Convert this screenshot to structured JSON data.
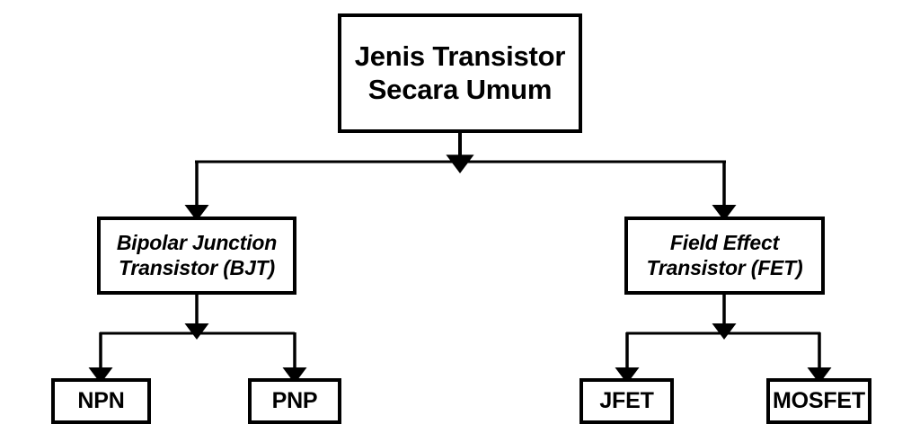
{
  "diagram": {
    "title": "Jenis Transistor Secara Umum",
    "type": "hierarchy-tree",
    "orientation": "top-down",
    "colors": {
      "background": "#ffffff",
      "box_border": "#000000",
      "box_fill": "#ffffff",
      "connector": "#000000",
      "text": "#000000"
    },
    "nodes": {
      "root": {
        "id": "root",
        "label": "Jenis Transistor\nSecara Umum",
        "level": 0,
        "style": "bold"
      },
      "bjt": {
        "id": "bjt",
        "label": "Bipolar Junction\nTransistor (BJT)",
        "level": 1,
        "style": "bold-italic"
      },
      "fet": {
        "id": "fet",
        "label": "Field Effect\nTransistor (FET)",
        "level": 1,
        "style": "bold-italic"
      },
      "npn": {
        "id": "npn",
        "label": "NPN",
        "level": 2,
        "style": "bold"
      },
      "pnp": {
        "id": "pnp",
        "label": "PNP",
        "level": 2,
        "style": "bold"
      },
      "jfet": {
        "id": "jfet",
        "label": "JFET",
        "level": 2,
        "style": "bold"
      },
      "mosfet": {
        "id": "mosfet",
        "label": "MOSFET",
        "level": 2,
        "style": "bold"
      }
    },
    "edges": [
      {
        "from": "root",
        "to": "bjt",
        "arrow": "to"
      },
      {
        "from": "root",
        "to": "fet",
        "arrow": "to"
      },
      {
        "from": "bjt",
        "to": "npn",
        "arrow": "to"
      },
      {
        "from": "bjt",
        "to": "pnp",
        "arrow": "to"
      },
      {
        "from": "fet",
        "to": "jfet",
        "arrow": "to"
      },
      {
        "from": "fet",
        "to": "mosfet",
        "arrow": "to"
      }
    ]
  }
}
